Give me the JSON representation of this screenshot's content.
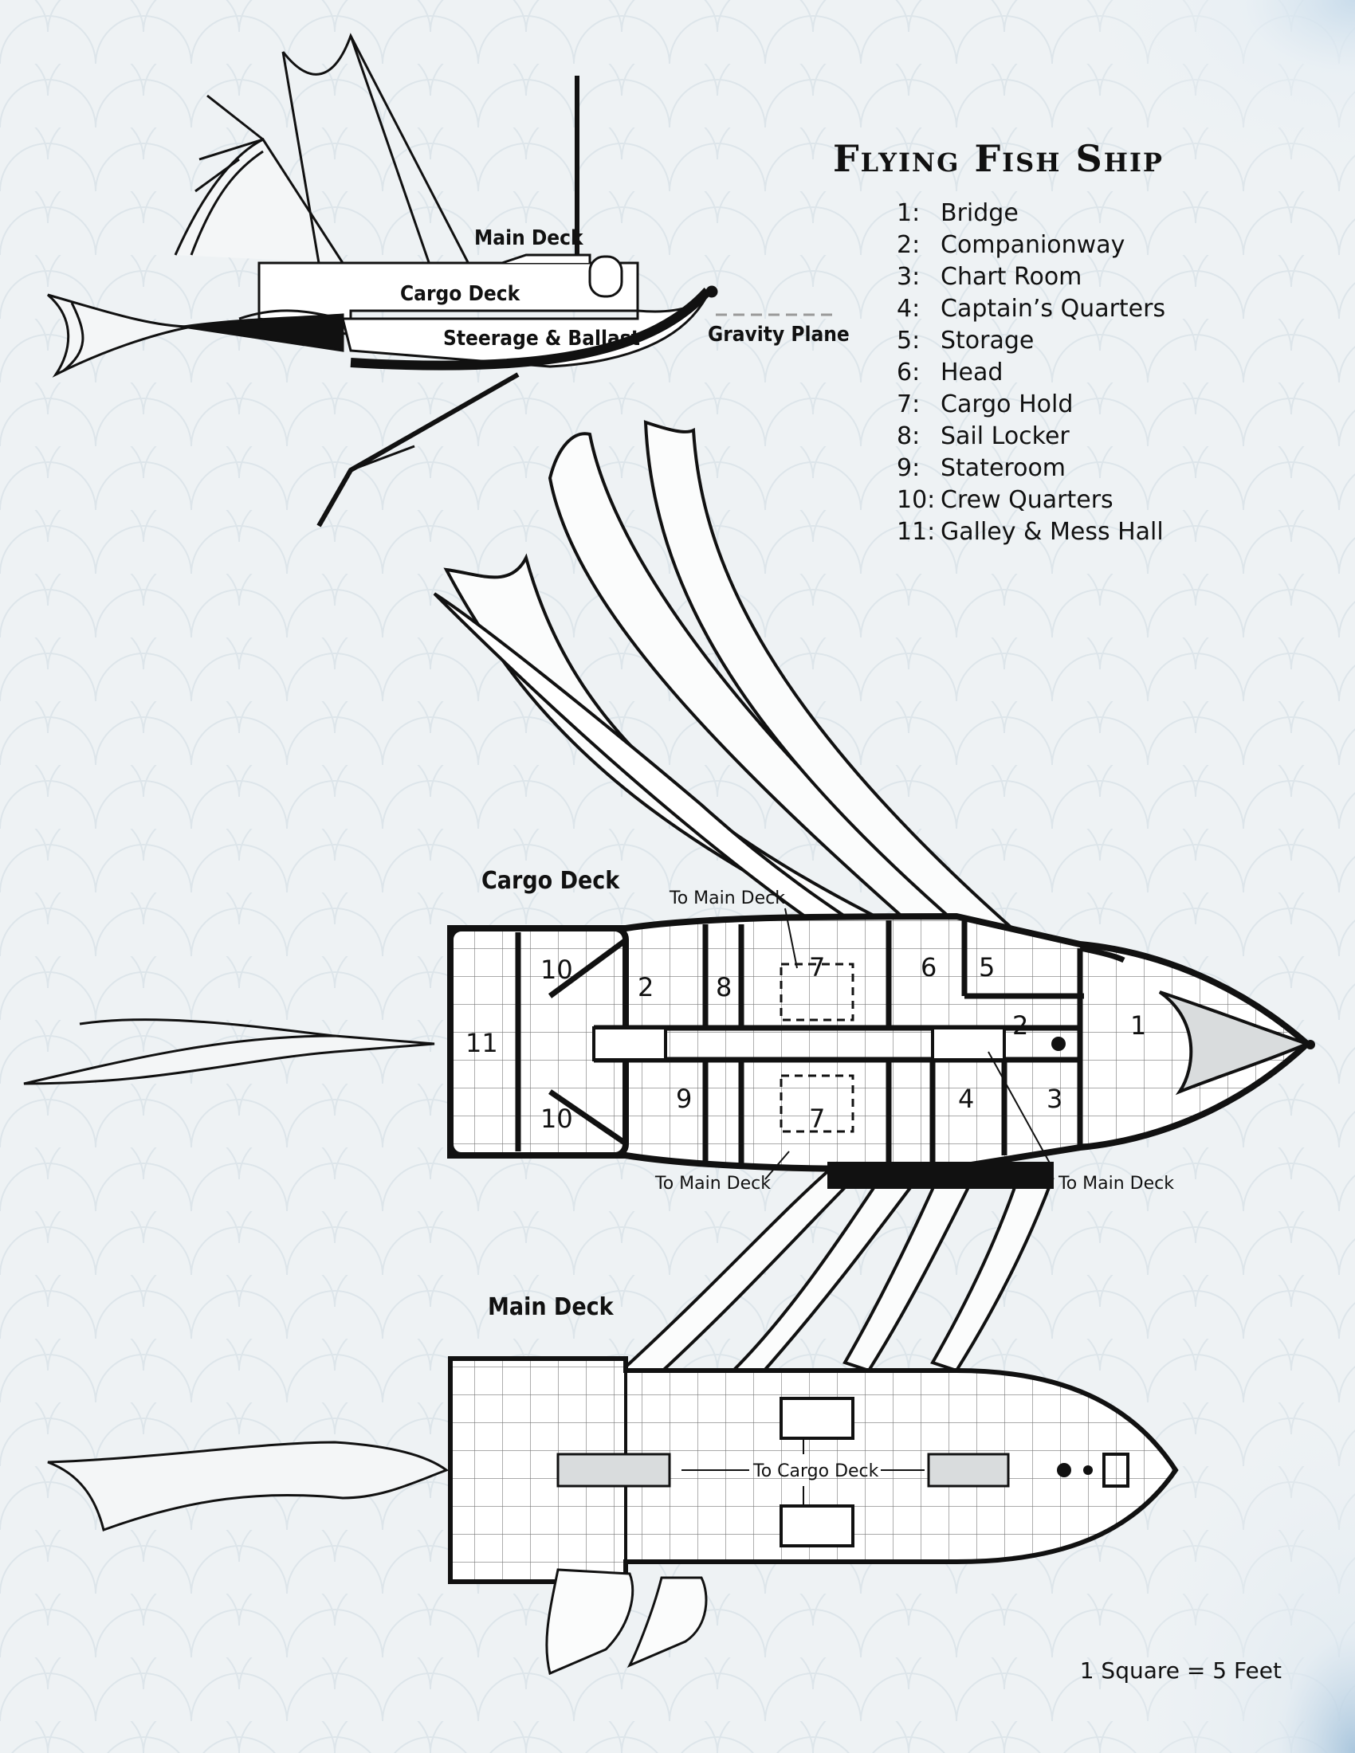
{
  "title": "Flying Fish Ship",
  "legend": [
    {
      "num": "1:",
      "label": "Bridge"
    },
    {
      "num": "2:",
      "label": "Companionway"
    },
    {
      "num": "3:",
      "label": "Chart Room"
    },
    {
      "num": "4:",
      "label": "Captain’s Quarters"
    },
    {
      "num": "5:",
      "label": "Storage"
    },
    {
      "num": "6:",
      "label": "Head"
    },
    {
      "num": "7:",
      "label": "Cargo Hold"
    },
    {
      "num": "8:",
      "label": "Sail Locker"
    },
    {
      "num": "9:",
      "label": "Stateroom"
    },
    {
      "num": "10:",
      "label": "Crew Quarters"
    },
    {
      "num": "11:",
      "label": "Galley & Mess Hall"
    }
  ],
  "profile": {
    "main_deck": "Main Deck",
    "cargo_deck": "Cargo Deck",
    "steerage": "Steerage & Ballast",
    "gravity_plane": "Gravity Plane"
  },
  "cargo_deck_plan": {
    "heading": "Cargo Deck",
    "to_main_top": "To Main Deck",
    "to_main_bottom": "To Main Deck",
    "to_main_right": "To Main Deck",
    "room_labels": {
      "r1": "1",
      "r2a": "2",
      "r2b": "2",
      "r3": "3",
      "r4": "4",
      "r5": "5",
      "r6": "6",
      "r7a": "7",
      "r7b": "7",
      "r8": "8",
      "r9": "9",
      "r10a": "10",
      "r10b": "10",
      "r11": "11"
    }
  },
  "main_deck_plan": {
    "heading": "Main Deck",
    "to_cargo": "To Cargo Deck"
  },
  "scale": "1 Square = 5 Feet",
  "colors": {
    "background": "#eef2f4",
    "ink": "#111111",
    "frost": "#b7cfe0"
  }
}
